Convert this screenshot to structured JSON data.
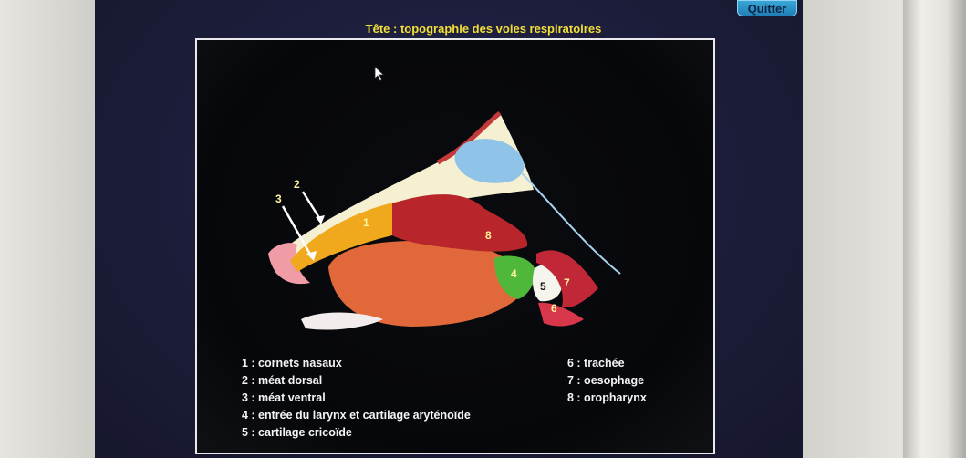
{
  "window": {
    "title": "Tête : topographie des voies respiratoires",
    "quit_label": "Quitter"
  },
  "figure": {
    "labels": [
      "1",
      "2",
      "3",
      "4",
      "5",
      "6",
      "7",
      "8"
    ]
  },
  "legend": {
    "left": [
      "1 : cornets nasaux",
      "2 : méat dorsal",
      "3 : méat ventral",
      "4 : entrée du larynx et cartilage aryténoïde",
      "5 : cartilage cricoïde"
    ],
    "right": [
      "6 : trachée",
      "7 : oesophage",
      "8 : oropharynx"
    ]
  },
  "colors": {
    "title": "#f2df3a",
    "screen_background": "#1c1d3a",
    "quit_button": "#1f7fb4"
  }
}
